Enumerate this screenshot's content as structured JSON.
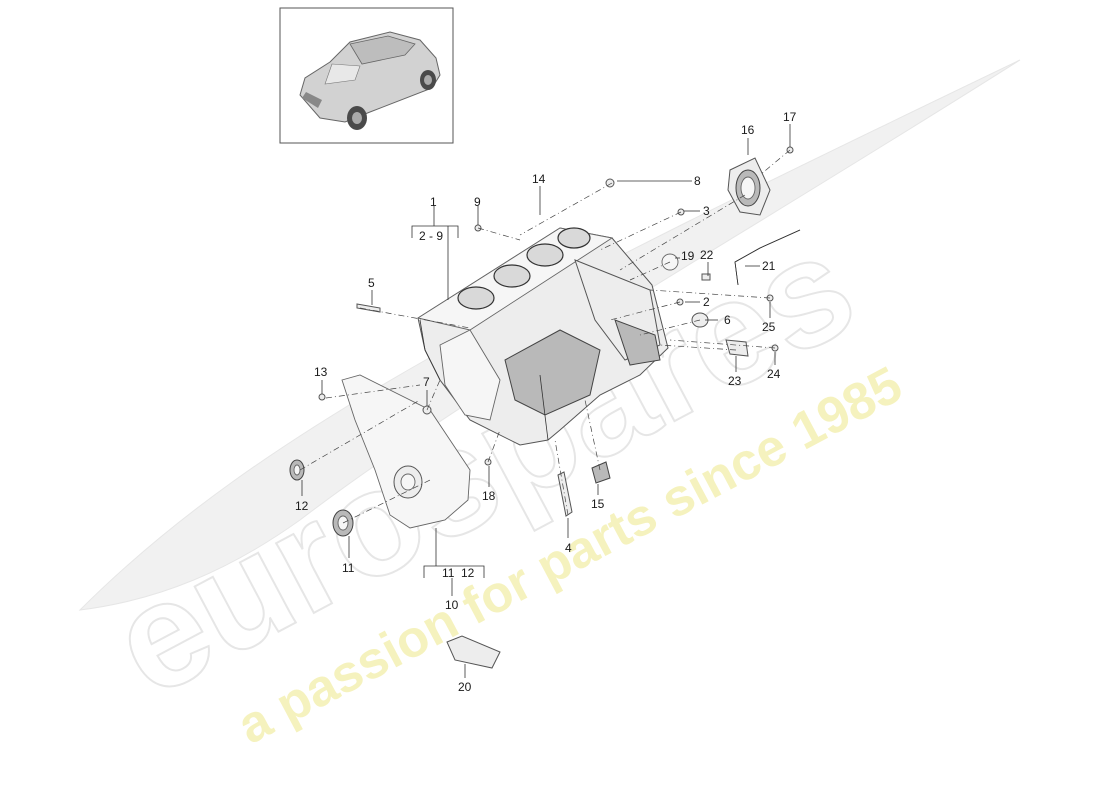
{
  "thumbnail": {
    "icon": "suv-car-thumbnail"
  },
  "watermark": {
    "brand": "eurospares",
    "tagline": "a passion for parts since 1985",
    "tagline_color": "#f3efb0",
    "brand_color": "#ececec"
  },
  "callouts": {
    "c1": "1",
    "c1_range": "2 - 9",
    "c2": "2",
    "c3": "3",
    "c4": "4",
    "c5": "5",
    "c6": "6",
    "c7": "7",
    "c8": "8",
    "c9": "9",
    "c10": "10",
    "c10_sub_a": "11",
    "c10_sub_b": "12",
    "c11": "11",
    "c12": "12",
    "c13": "13",
    "c14": "14",
    "c15": "15",
    "c16": "16",
    "c17": "17",
    "c18": "18",
    "c19": "19",
    "c20": "20",
    "c21": "21",
    "c22": "22",
    "c23": "23",
    "c24": "24",
    "c25": "25"
  }
}
